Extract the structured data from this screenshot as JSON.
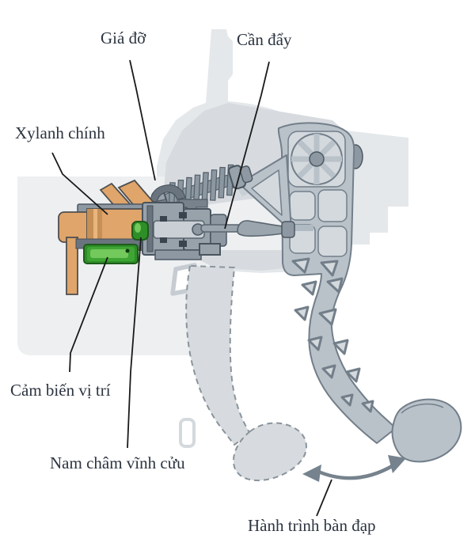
{
  "figure": {
    "type": "technical-diagram",
    "subject": "Clutch pedal with master cylinder, position sensor and pedal travel",
    "labels": {
      "bracket": "Giá đỡ",
      "push_rod": "Cần đẩy",
      "master_cylinder": "Xylanh chính",
      "position_sensor": "Cảm biến vị trí",
      "permanent_magnet": "Nam châm vĩnh cửu",
      "pedal_travel": "Hành trình bàn đạp"
    },
    "colors": {
      "background": "#ffffff",
      "label_text": "#2c3440",
      "leader_line": "#1a1a1a",
      "cylinder_orange": "#e0a56a",
      "orange_dark": "#c68f55",
      "sensor_green": "#3fa534",
      "sensor_green_light": "#74c95c",
      "sensor_green_dark": "#1d5c1a",
      "metal_gray": "#97a2ab",
      "metal_gray_dark": "#49545e",
      "pedal_gray": "#b9c2c9",
      "pedal_outline": "#727e89",
      "silhouette_light": "#e4e8eb",
      "silhouette_mid": "#d7dbdf",
      "arrow_gray": "#76838e"
    }
  }
}
